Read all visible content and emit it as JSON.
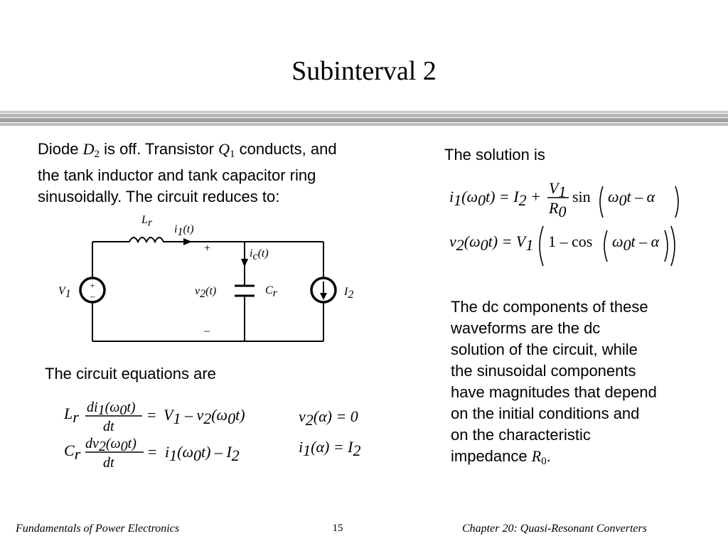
{
  "slide": {
    "title": "Subinterval 2",
    "page_number": "15",
    "footer_left": "Fundamentals of Power Electronics",
    "footer_right": "Chapter 20:  Quasi-Resonant Converters"
  },
  "intro": {
    "t1": "Diode ",
    "d": "D",
    "d_sub": "2",
    "t2": " is off. Transistor ",
    "q": "Q",
    "q_sub": "1",
    "t3": " conducts, and",
    "line2": "the tank inductor and tank capacitor ring",
    "line3": "sinusoidally. The circuit reduces to:"
  },
  "circuit": {
    "inductor_label": "L",
    "inductor_sub": "r",
    "current_i1": "i",
    "current_i1_sub": "1",
    "current_i1_arg": "(t)",
    "current_ic": "i",
    "current_ic_sub": "c",
    "current_ic_arg": "(t)",
    "plus": "+",
    "minus": "–",
    "source_v1": "V",
    "source_v1_sub": "1",
    "voltage_v2": "v",
    "voltage_v2_sub": "2",
    "voltage_v2_arg": "(t)",
    "capacitor_label": "C",
    "capacitor_sub": "r",
    "source_i2": "I",
    "source_i2_sub": "2"
  },
  "equations_heading": "The circuit equations are",
  "solution_heading": "The solution is",
  "dc_paragraph": {
    "lines": [
      "The dc components of these",
      "waveforms are the dc",
      "solution of the circuit, while",
      "the sinusoidal components",
      "have magnitudes that depend",
      "on the initial conditions and",
      "on the characteristic"
    ],
    "last_prefix": "impedance ",
    "r": "R",
    "r_sub": "0",
    "last_suffix": "."
  }
}
